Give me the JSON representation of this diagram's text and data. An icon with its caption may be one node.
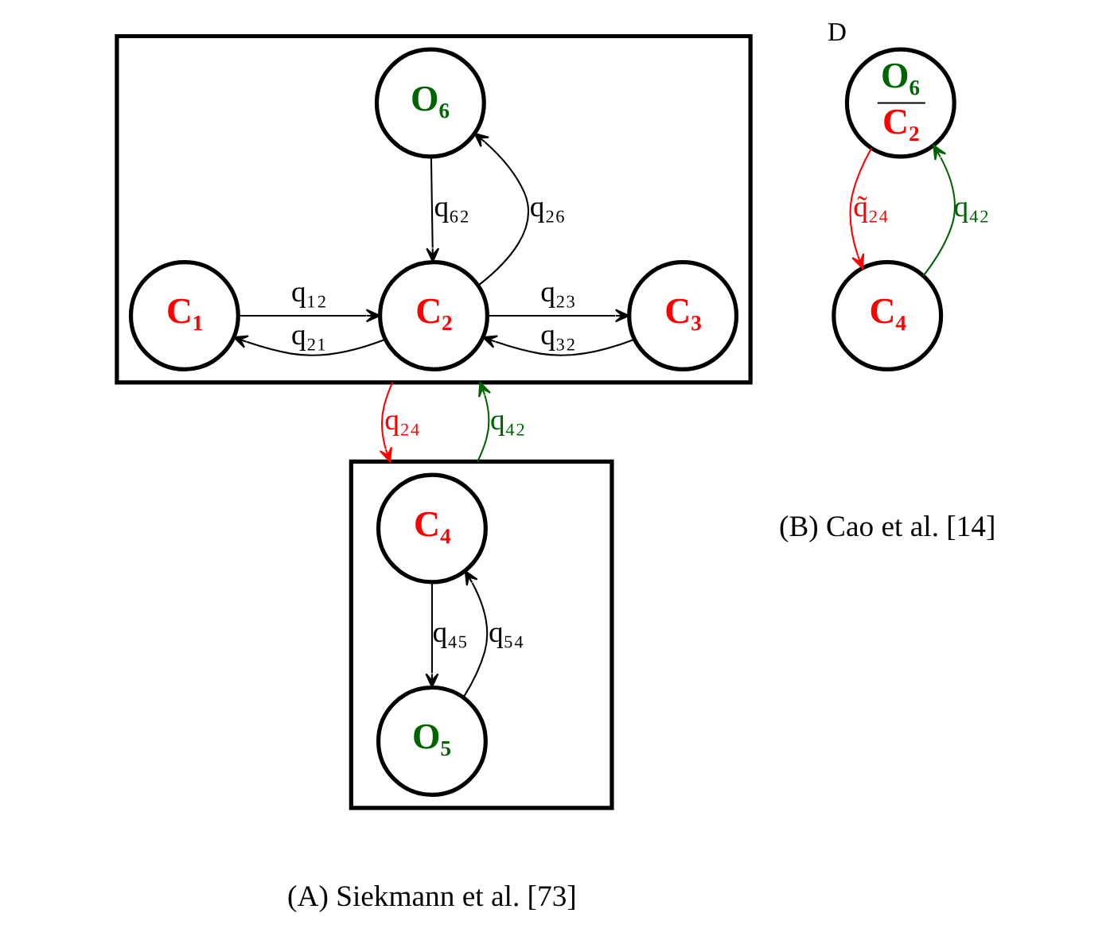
{
  "diagram": {
    "nodes": [
      {
        "text": [],
        "shape": "box"
      },
      {
        "text": [
          "O₆"
        ],
        "in": 0
      },
      {
        "text": [
          "C₁"
        ],
        "in": 0
      },
      {
        "text": [
          "C₂"
        ],
        "in": 0
      },
      {
        "text": [
          "C₃"
        ],
        "in": 0
      },
      {
        "text": [],
        "shape": "box"
      },
      {
        "text": [
          "C₄"
        ],
        "in": 5
      },
      {
        "text": [
          "O₅"
        ],
        "in": 5
      },
      {
        "text": [
          "O₆",
          "C₂"
        ],
        "beside": [
          "D"
        ]
      },
      {
        "text": [
          "C₄"
        ]
      }
    ],
    "edges": [
      {
        "from": 2,
        "to": 3,
        "arrow": "to",
        "label": "q₁₂"
      },
      {
        "from": 3,
        "to": 2,
        "arrow": "to",
        "label": "q₂₁"
      },
      {
        "from": 3,
        "to": 4,
        "arrow": "to",
        "label": "q₂₃"
      },
      {
        "from": 4,
        "to": 3,
        "arrow": "to",
        "label": "q₃₂"
      },
      {
        "from": 3,
        "to": 1,
        "arrow": "to",
        "label": "q₂₆"
      },
      {
        "from": 1,
        "to": 3,
        "arrow": "to",
        "label": "q₆₂"
      },
      {
        "from": 0,
        "to": 5,
        "arrow": "to",
        "label": "q₂₄",
        "color": "#ff0000"
      },
      {
        "from": 5,
        "to": 0,
        "arrow": "to",
        "label": "q₄₂",
        "color": "#006400"
      },
      {
        "from": 7,
        "to": 6,
        "arrow": "to",
        "label": "q₅₄"
      },
      {
        "from": 6,
        "to": 7,
        "arrow": "to",
        "label": "q₄₅"
      },
      {
        "from": 8,
        "to": 9,
        "arrow": "to",
        "label": "q̃₂₄",
        "color": "#ff0000"
      },
      {
        "from": 9,
        "to": 8,
        "arrow": "to",
        "label": "q₄₂",
        "color": "#006400"
      }
    ],
    "labels": [
      "(A) Siekmann et al. [73]",
      "(B) Cao et al. [14]"
    ]
  }
}
